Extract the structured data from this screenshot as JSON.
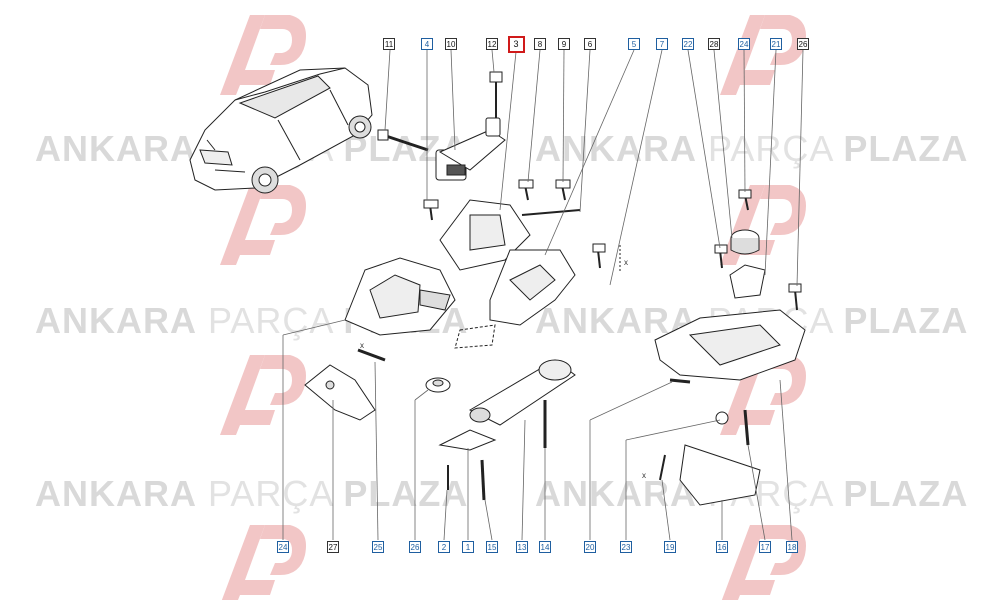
{
  "watermark": {
    "brand_1": "ANKARA",
    "brand_2": "PARÇA",
    "brand_3": "PLAZA",
    "logo": "ap-logo",
    "accent_color": "#f2c6c6"
  },
  "callouts": {
    "top": [
      {
        "label": "11",
        "style": "plain"
      },
      {
        "label": "4",
        "style": "blue"
      },
      {
        "label": "10",
        "style": "plain"
      },
      {
        "label": "12",
        "style": "plain"
      },
      {
        "label": "3",
        "style": "highlight"
      },
      {
        "label": "8",
        "style": "plain"
      },
      {
        "label": "9",
        "style": "plain"
      },
      {
        "label": "6",
        "style": "plain"
      },
      {
        "label": "5",
        "style": "blue"
      },
      {
        "label": "7",
        "style": "blue"
      },
      {
        "label": "22",
        "style": "blue"
      },
      {
        "label": "28",
        "style": "plain"
      },
      {
        "label": "24",
        "style": "blue"
      },
      {
        "label": "21",
        "style": "blue"
      },
      {
        "label": "26",
        "style": "plain"
      }
    ],
    "bottom": [
      {
        "label": "24",
        "style": "blue"
      },
      {
        "label": "27",
        "style": "plain"
      },
      {
        "label": "25",
        "style": "blue"
      },
      {
        "label": "26",
        "style": "blue"
      },
      {
        "label": "2",
        "style": "blue"
      },
      {
        "label": "1",
        "style": "blue"
      },
      {
        "label": "15",
        "style": "blue"
      },
      {
        "label": "13",
        "style": "blue"
      },
      {
        "label": "14",
        "style": "blue"
      },
      {
        "label": "20",
        "style": "blue"
      },
      {
        "label": "23",
        "style": "blue"
      },
      {
        "label": "19",
        "style": "blue"
      },
      {
        "label": "16",
        "style": "blue"
      },
      {
        "label": "17",
        "style": "blue"
      },
      {
        "label": "18",
        "style": "blue"
      }
    ]
  },
  "dimension_marks": {
    "x1": "x",
    "x2": "x",
    "x3": "x"
  }
}
